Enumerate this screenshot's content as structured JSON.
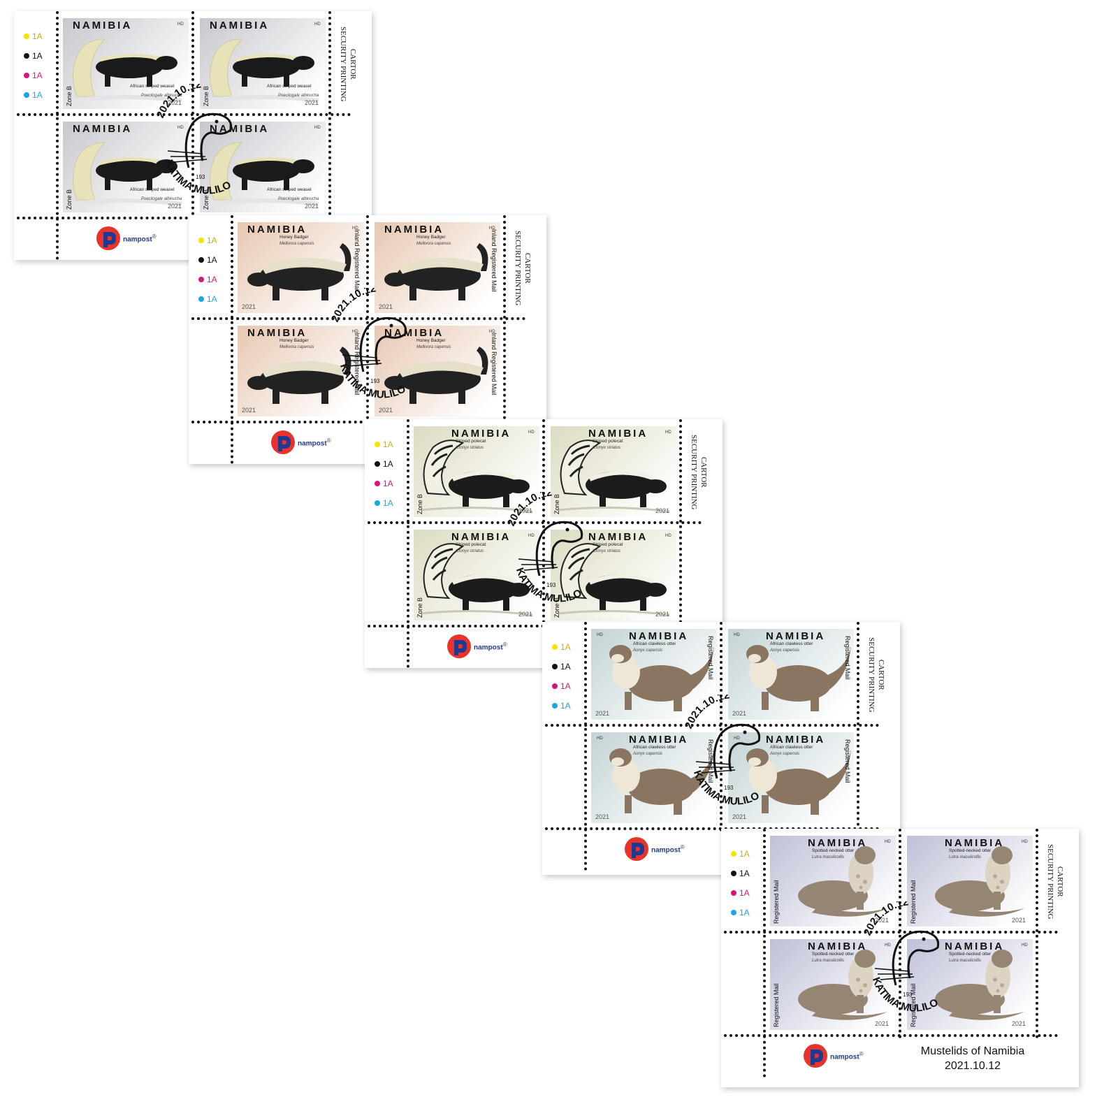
{
  "country": "NAMIBIA",
  "hd_mark": "HD",
  "year": "2021",
  "color_bars": [
    {
      "color": "#f2e600",
      "label": "1A",
      "text_color": "#c8b400"
    },
    {
      "color": "#111111",
      "label": "1A",
      "text_color": "#111111"
    },
    {
      "color": "#d6157d",
      "label": "1A",
      "text_color": "#d6157d"
    },
    {
      "color": "#19a7e0",
      "label": "1A",
      "text_color": "#19a7e0"
    }
  ],
  "printer_line1": "CARTOR",
  "printer_line2": "SECURITY PRINTING",
  "logo_name": "nampost",
  "logo_mark": "®",
  "postmark": {
    "date": "2021.10.12",
    "place": "KATIMA MULILO",
    "number": "193"
  },
  "blocks": [
    {
      "common": "African striped weasel",
      "sci": "Poecilogale albinucha",
      "value": "Zone B",
      "bg": "#c8c7cd",
      "body": "#1a1a1a",
      "stripe": "#e8e2b8"
    },
    {
      "common": "Honey Badger",
      "sci": "Mellivora capensis",
      "value": "Inland Registered Mail",
      "bg": "#e7c7b1",
      "body": "#222222",
      "stripe": "#e6dfc9"
    },
    {
      "common": "Striped polecat",
      "sci": "Ictonyx striatus",
      "value": "Zone B",
      "bg": "#dcdbc1",
      "body": "#1c1c1c",
      "stripe": "#f2efe3"
    },
    {
      "common": "African clawless otter",
      "sci": "Aonyx capensis",
      "value": "Registered Mail",
      "bg": "#c3d3d4",
      "body": "#8a7560",
      "stripe": "#efe7d6"
    },
    {
      "common": "Spotted-necked otter",
      "sci": "Lutra maculicollis",
      "value": "Registered Mail",
      "bg": "#bec0d6",
      "body": "#958673",
      "stripe": "#ddd3c2"
    }
  ],
  "caption_line1": "Mustelids of Namibia",
  "caption_line2": "2021.10.12"
}
